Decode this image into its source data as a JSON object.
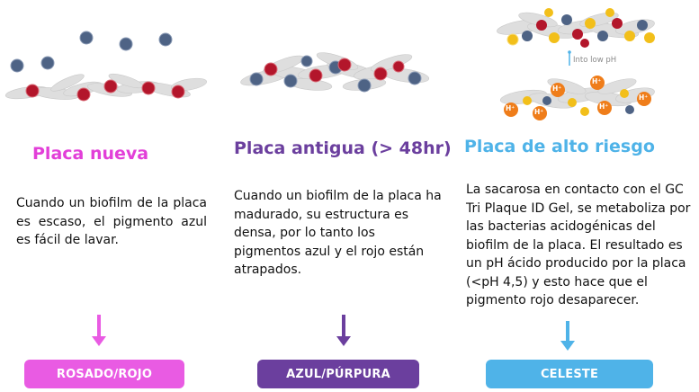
{
  "columns": [
    {
      "title": "Placa nueva",
      "description": "Cuando un biofilm de la placa es escaso, el pigmento azul es fácil de lavar.",
      "badge": "ROSADO/ROJO",
      "color": "#e23fd8",
      "arrow_color": "#e95be3"
    },
    {
      "title": "Placa antigua (> 48hr)",
      "description": "Cuando un biofilm de la placa ha madurado, su estructura es densa, por lo tanto los pigmentos azul y el rojo están atrapados.",
      "badge": "AZUL/PÚRPURA",
      "color": "#6b3f9e",
      "arrow_color": "#6b3f9e"
    },
    {
      "title": "Placa de alto riesgo",
      "description": "La sacarosa en contacto con el GC Tri Plaque ID Gel, se metaboliza por las bacterias acidogénicas del biofilm de la placa. El resultado es un pH ácido producido por la  placa (<pH 4,5) y esto hace que el pigmento rojo desaparecer.",
      "badge": "CELESTE",
      "color": "#4fb3e8",
      "arrow_color": "#4fb3e8",
      "illustration_label": "Into low pH",
      "ion_label": "H⁺"
    }
  ],
  "pigment_colors": {
    "blue": "#4e6385",
    "red": "#b3162b",
    "yellow": "#f2bf1a",
    "orange": "#ef7d1a",
    "biofilm": "#dcdcdc"
  }
}
